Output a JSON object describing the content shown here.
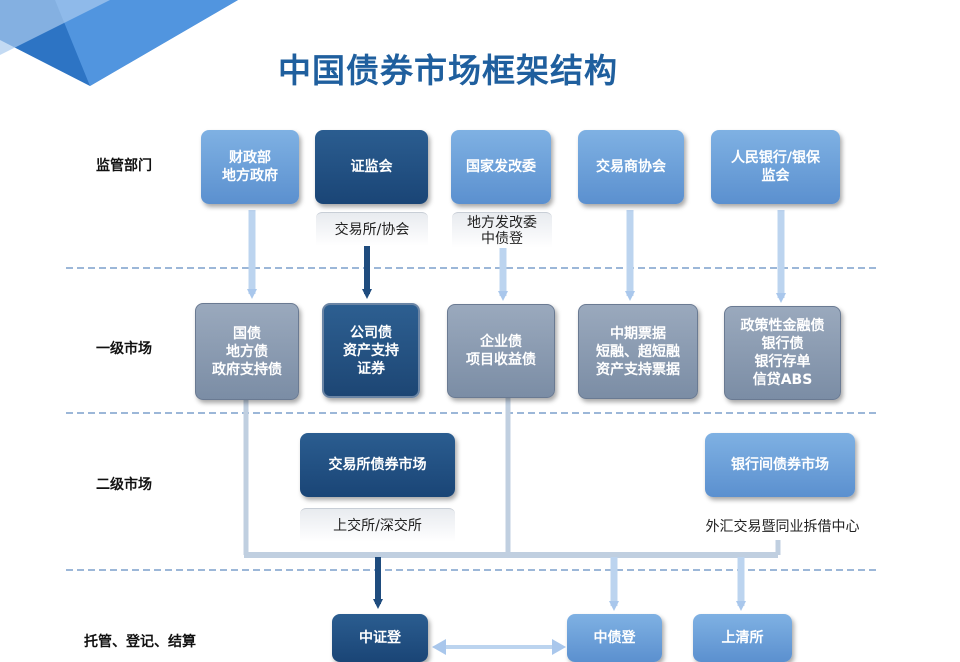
{
  "title": "中国债券市场框架结构",
  "rows": {
    "regulators": "监管部门",
    "primary": "一级市场",
    "secondary": "二级市场",
    "custody": "托管、登记、结算"
  },
  "regulators": [
    {
      "lines": [
        "财政部",
        "地方政府"
      ]
    },
    {
      "lines": [
        "证监会"
      ]
    },
    {
      "lines": [
        "国家发改委"
      ]
    },
    {
      "lines": [
        "交易商协会"
      ]
    },
    {
      "lines": [
        "人民银行/银保",
        "监会"
      ]
    }
  ],
  "regulator_subs": [
    {
      "lines": [
        "交易所/协会"
      ]
    },
    {
      "lines": [
        "地方发改委",
        "中债登"
      ]
    }
  ],
  "primary": [
    {
      "lines": [
        "国债",
        "地方债",
        "政府支持债"
      ]
    },
    {
      "lines": [
        "公司债",
        "资产支持",
        "证券"
      ]
    },
    {
      "lines": [
        "企业债",
        "项目收益债"
      ]
    },
    {
      "lines": [
        "中期票据",
        "短融、超短融",
        "资产支持票据"
      ]
    },
    {
      "lines": [
        "政策性金融债",
        "银行债",
        "银行存单",
        "信贷ABS"
      ]
    }
  ],
  "secondary": [
    {
      "label": "交易所债券市场",
      "sub": "上交所/深交所"
    },
    {
      "label": "银行间债券市场",
      "sub": "外汇交易暨同业拆借中心"
    }
  ],
  "custody": [
    {
      "label": "中证登"
    },
    {
      "label": "中债登"
    },
    {
      "label": "上清所"
    }
  ],
  "colors": {
    "title": "#1f5f9e",
    "light_blue": "#6a9fd9",
    "navy": "#1f4c7e",
    "gray": "#8a9ab0",
    "dash": "#3a6fb0",
    "connector": "#c0cfe0"
  }
}
